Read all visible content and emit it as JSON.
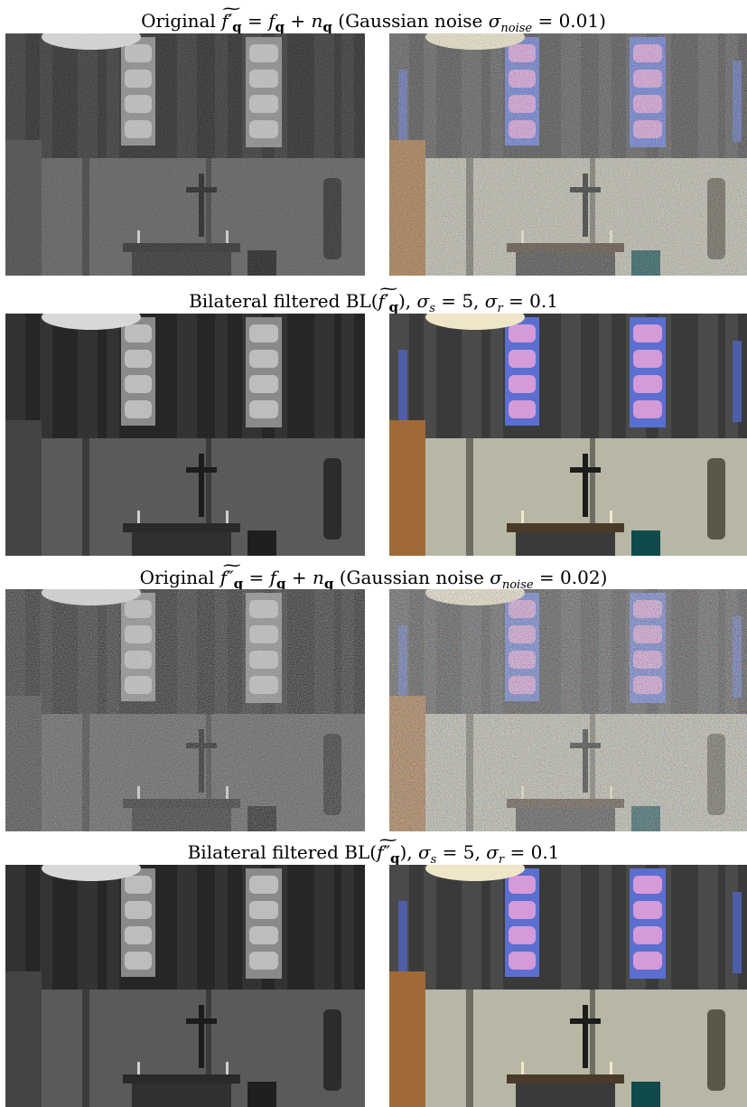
{
  "figure": {
    "rows": [
      {
        "caption_prefix": "Original ",
        "caption_f": "f",
        "caption_prime": "′",
        "caption_q": "q",
        "caption_eq": " = ",
        "caption_f2": "f",
        "caption_q2": "q",
        "caption_plus": " + ",
        "caption_n": "n",
        "caption_q3": "q",
        "caption_paren_open": " (Gaussian noise ",
        "caption_sigma": "σ",
        "caption_sub": "noise",
        "caption_value": " = 0.01)",
        "noise_level": 0.01
      },
      {
        "caption_prefix": "Bilateral filtered BL(",
        "caption_f": "f",
        "caption_prime": "′",
        "caption_q": "q",
        "caption_mid": "), ",
        "caption_sigma_s": "σ",
        "caption_s": "s",
        "caption_eq1": " = 5, ",
        "caption_sigma_r": "σ",
        "caption_r": "r",
        "caption_eq2": " = 0.1"
      },
      {
        "caption_prefix": "Original ",
        "caption_f": "f",
        "caption_prime": "″",
        "caption_q": "q",
        "caption_eq": " = ",
        "caption_f2": "f",
        "caption_q2": "q",
        "caption_plus": " + ",
        "caption_n": "n",
        "caption_q3": "q",
        "caption_paren_open": " (Gaussian noise ",
        "caption_sigma": "σ",
        "caption_sub": "noise",
        "caption_value": " = 0.02)",
        "noise_level": 0.02
      },
      {
        "caption_prefix": "Bilateral filtered BL(",
        "caption_f": "f",
        "caption_prime": "″",
        "caption_q": "q",
        "caption_mid": "), ",
        "caption_sigma_s": "σ",
        "caption_s": "s",
        "caption_eq1": " = 5, ",
        "caption_sigma_r": "σ",
        "caption_r": "r",
        "caption_eq2": " = 0.1"
      }
    ],
    "colors": {
      "wall_dark": "#2e2e2e",
      "wall_light_gray": "#5a5a5a",
      "wall_light_color": "#b8b7a6",
      "window_glass_blue": "#5a6fd0",
      "window_glass_pink": "#d59ad8",
      "wood": "#a06a36",
      "altar_cloth": "#0f4a4c"
    }
  }
}
